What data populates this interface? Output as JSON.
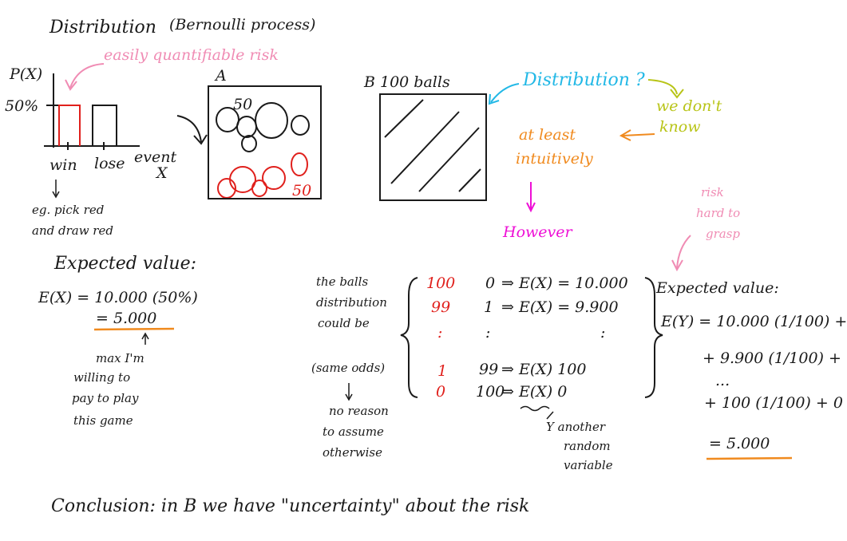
{
  "title": "Distribution",
  "subtitle": "(Bernoulli process)",
  "risk_note": "easily quantifiable risk",
  "axis_y": "P(X)",
  "tick_50": "50%",
  "bar_win": "win",
  "bar_lose": "lose",
  "axis_event": "event",
  "axis_x": "X",
  "example_line1": "eg. pick red",
  "example_line2": "and draw red",
  "urn_a_label": "A",
  "urn_a_black": "50",
  "urn_a_red": "50",
  "urn_b_label": "B 100 balls",
  "dist_question": "Distribution ?",
  "we_dont_know_1": "we don't",
  "we_dont_know_2": "know",
  "intuitive_1": "at least",
  "intuitive_2": "intuitively",
  "however": "However",
  "risk_hard_1": "risk",
  "risk_hard_2": "hard to",
  "risk_hard_3": "grasp",
  "ev_heading": "Expected value:",
  "ev_line1": "E(X) = 10.000 (50%)",
  "ev_line2": "= 5.000",
  "ev_note_1": "max I'm",
  "ev_note_2": "willing to",
  "ev_note_3": "pay to play",
  "ev_note_4": "this game",
  "balls_1": "the balls",
  "balls_2": "distribution",
  "balls_3": "could be",
  "balls_4": "(same odds)",
  "noreason_1": "no reason",
  "noreason_2": "to assume",
  "noreason_3": "otherwise",
  "table_rows": [
    {
      "red": "100",
      "black": "0",
      "expr": "⇒ E(X) = 10.000"
    },
    {
      "red": "99",
      "black": "1",
      "expr": "⇒ E(X) = 9.900"
    },
    {
      "red": ":",
      "black": ":",
      "expr": ":"
    },
    {
      "red": "1",
      "black": "99",
      "expr": "⇒ E(X)   100"
    },
    {
      "red": "0",
      "black": "100",
      "expr": "⇒ E(X)    0"
    }
  ],
  "y_note_1": "Y another",
  "y_note_2": "random",
  "y_note_3": "variable",
  "ev2_heading": "Expected value:",
  "ev2_line1": "E(Y) = 10.000 (1/100) +",
  "ev2_line2": "+ 9.900 (1/100) +",
  "ev2_line3": "...",
  "ev2_line4": "+ 100 (1/100) + 0",
  "ev2_result": "= 5.000",
  "conclusion": "Conclusion: in B we have \"uncertainty\" about the risk",
  "colors": {
    "pink": "#f08cb4",
    "red": "#e0201c",
    "cyan": "#22b8e6",
    "olive": "#b8c417",
    "orange": "#f08a1e",
    "magenta": "#ee10d6"
  }
}
